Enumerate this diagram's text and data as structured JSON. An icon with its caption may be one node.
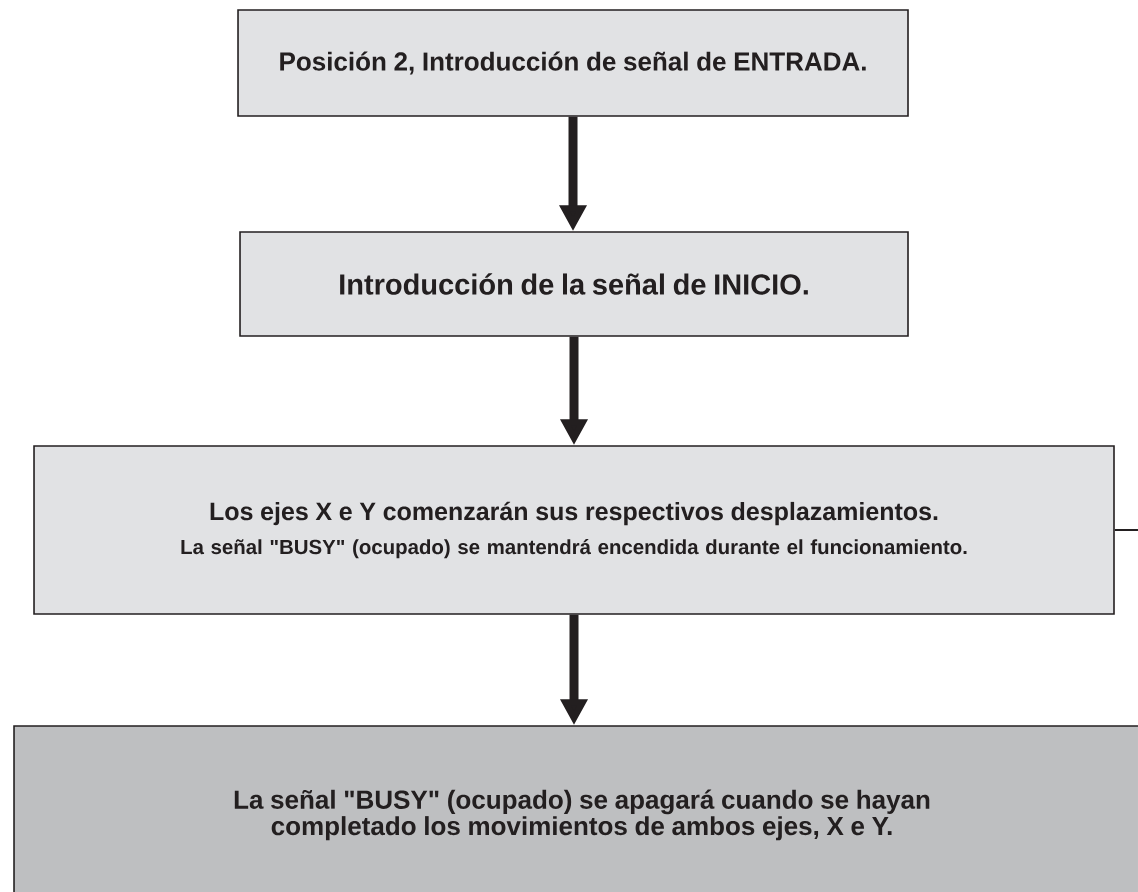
{
  "diagram": {
    "nodes": [
      {
        "text": [
          "Posición 2, Introducción de señal de ENTRADA."
        ]
      },
      {
        "text": [
          "Introducción de la señal de INICIO."
        ]
      },
      {
        "text": [
          "Los ejes X e Y comenzarán sus respectivos desplazamientos.",
          "La señal \"BUSY\" (ocupado) se mantendrá encendida durante el funcionamiento."
        ]
      },
      {
        "text": [
          "La señal \"BUSY\" (ocupado) se apagará cuando se hayan completado los movimientos de ambos ejes, X e Y."
        ]
      }
    ],
    "edges": [
      {
        "from": 0,
        "to": 1,
        "arrow": "to"
      },
      {
        "from": 1,
        "to": 2,
        "arrow": "to"
      },
      {
        "from": 2,
        "to": 3,
        "arrow": "to"
      },
      {
        "from": 2,
        "to": null,
        "arrow": "none"
      }
    ]
  }
}
